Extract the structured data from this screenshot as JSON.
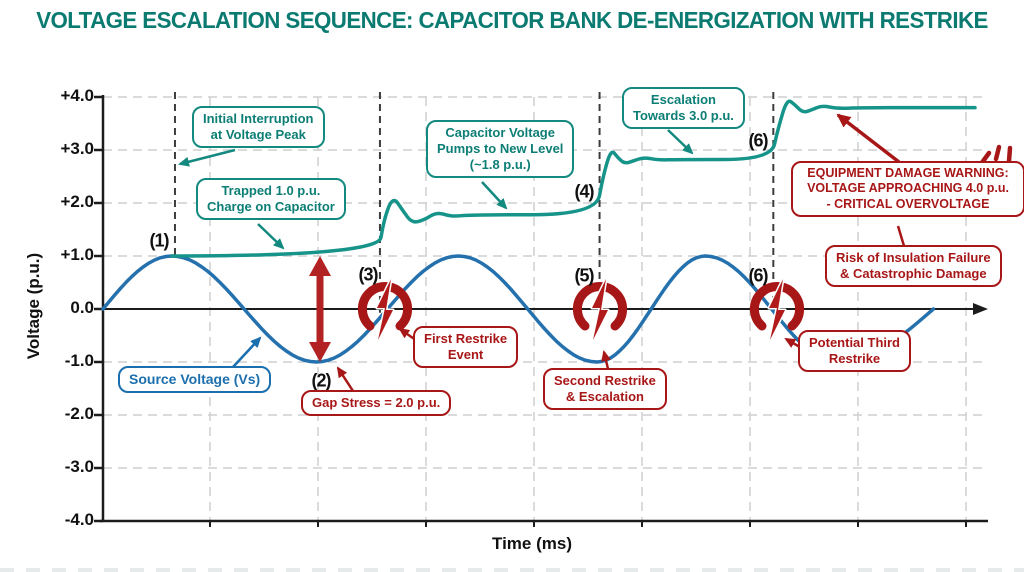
{
  "title": "VOLTAGE ESCALATION SEQUENCE: CAPACITOR BANK DE-ENERGIZATION WITH RESTRIKE",
  "colors": {
    "teal": "#17948a",
    "blue": "#2471ae",
    "dark_red": "#a81717",
    "arrow_red": "#b32222",
    "axis_black": "#1c1c1c",
    "grid_gray": "#cfcfcf",
    "background": "#ffffff"
  },
  "axes": {
    "y_label": "Voltage (p.u.)",
    "x_label": "Time (ms)",
    "y_tick_labels": [
      "+4.0",
      "+3.0",
      "+2.0",
      "+1.0",
      "0.0",
      "-1.0",
      "-2.0",
      "-3.0",
      "-4.0"
    ]
  },
  "markers": [
    {
      "label": "(1)"
    },
    {
      "label": "(2)"
    },
    {
      "label": "(3)"
    },
    {
      "label": "(4)"
    },
    {
      "label": "(5)"
    },
    {
      "label": "(6)"
    },
    {
      "label": "(6)"
    }
  ],
  "callouts": {
    "initial_interruption": "Initial Interruption\nat Voltage Peak",
    "trapped_charge": "Trapped 1.0 p.u.\nCharge on Capacitor",
    "pumps_new_level": "Capacitor Voltage\nPumps to New Level\n(~1.8 p.u.)",
    "escalation": "Escalation\nTowards 3.0 p.u.",
    "source_voltage": "Source Voltage (Vs)",
    "first_restrike": "First Restrike\nEvent",
    "gap_stress": "Gap Stress = 2.0 p.u.",
    "second_restrike": "Second Restrike\n& Escalation",
    "third_restrike": "Potential Third\nRestrike",
    "damage_warning": "EQUIPMENT DAMAGE WARNING:\nVOLTAGE APPROACHING 4.0 p.u.\n- CRITICAL OVERVOLTAGE",
    "risk": "Risk of Insulation Failure\n& Catastrophic Damage"
  },
  "chart_data": {
    "type": "line",
    "title": "VOLTAGE ESCALATION SEQUENCE: CAPACITOR BANK DE-ENERGIZATION WITH RESTRIKE",
    "xlabel": "Time (ms)",
    "ylabel": "Voltage (p.u.)",
    "ylim": [
      -4.0,
      4.0
    ],
    "yticks": [
      4.0,
      3.0,
      2.0,
      1.0,
      0.0,
      -1.0,
      -2.0,
      -3.0,
      -4.0
    ],
    "x_axis_numeric_labels": false,
    "x_unit": "fraction of visible time axis",
    "grid": true,
    "series": [
      {
        "name": "Source Voltage (Vs)",
        "color": "#2471ae",
        "style": "sine",
        "amplitude_pu": 1.0,
        "extrema": [
          [
            -0.078,
            -1
          ],
          [
            0.078,
            1
          ],
          [
            0.242,
            -1
          ],
          [
            0.403,
            1
          ],
          [
            0.56,
            -1
          ],
          [
            0.683,
            1
          ],
          [
            0.833,
            -1
          ],
          [
            1.05,
            1
          ]
        ],
        "draw_range": [
          0,
          0.947
        ]
      },
      {
        "name": "Capacitor Voltage",
        "color": "#17948a",
        "style": "steps_with_ringing",
        "levels_pu": [
          1.0,
          1.8,
          2.8,
          3.8
        ],
        "points": [
          [
            0.078,
            1.0
          ],
          [
            0.3118,
            1.0
          ],
          [
            0.3186,
            1.7
          ],
          [
            0.3288,
            2.13
          ],
          [
            0.3401,
            1.85
          ],
          [
            0.3503,
            1.62
          ],
          [
            0.3639,
            1.68
          ],
          [
            0.3787,
            1.83
          ],
          [
            0.3957,
            1.74
          ],
          [
            0.4161,
            1.78
          ],
          [
            0.559,
            1.78
          ],
          [
            0.5669,
            2.5
          ],
          [
            0.576,
            3.02
          ],
          [
            0.5839,
            2.85
          ],
          [
            0.5918,
            2.74
          ],
          [
            0.602,
            2.8
          ],
          [
            0.6134,
            2.86
          ],
          [
            0.6292,
            2.81
          ],
          [
            0.6519,
            2.82
          ],
          [
            0.7574,
            2.82
          ],
          [
            0.7653,
            3.4
          ],
          [
            0.7755,
            3.97
          ],
          [
            0.7846,
            3.85
          ],
          [
            0.7937,
            3.7
          ],
          [
            0.8039,
            3.76
          ],
          [
            0.8152,
            3.84
          ],
          [
            0.8333,
            3.78
          ],
          [
            0.8605,
            3.8
          ],
          [
            0.9887,
            3.8
          ]
        ]
      }
    ],
    "events": [
      {
        "num": "(1)",
        "t": 0.0816,
        "line": true,
        "line_end_pu": 1.0,
        "desc": "Initial Interruption at Voltage Peak"
      },
      {
        "num": "(2)",
        "t": 0.242,
        "line": false,
        "line_end_pu": null,
        "desc": "Gap Stress = 2.0 p.u."
      },
      {
        "num": "(3)",
        "t": 0.314,
        "line": true,
        "line_end_pu": -0.07,
        "desc": "First Restrike Event"
      },
      {
        "num": "(4)",
        "t": 0.561,
        "line": false,
        "line_end_pu": null,
        "desc": "Capacitor voltage pumps to new level (~1.8 p.u.)"
      },
      {
        "num": "(5)",
        "t": 0.563,
        "line": true,
        "line_end_pu": -0.07,
        "desc": "Second Restrike & Escalation"
      },
      {
        "num": "(6)",
        "t": 0.76,
        "line": true,
        "line_end_pu": -0.07,
        "desc": "Potential Third Restrike - escalation towards 4.0 p.u."
      }
    ],
    "restrike_markers_t": [
      0.32,
      0.563,
      0.764
    ],
    "gap_stress_arrow": {
      "t": 0.246,
      "from_pu": 1.0,
      "to_pu": -1.0,
      "magnitude_pu": 2.0
    }
  }
}
